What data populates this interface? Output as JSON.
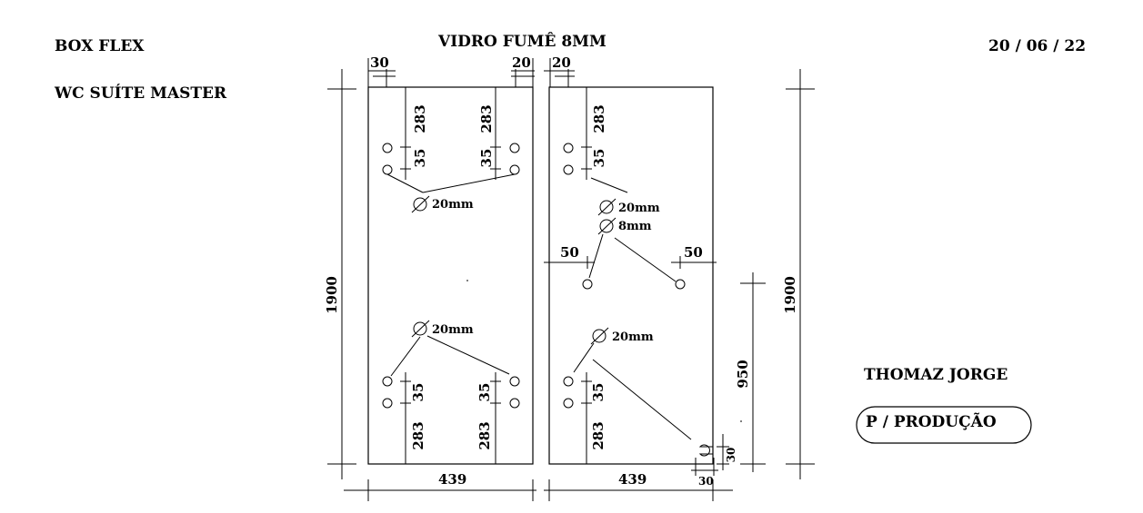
{
  "header": {
    "left_line1": "BOX FLEX",
    "left_line2": "WC SUÍTE MASTER",
    "center_title": "VIDRO FUMÊ 8MM",
    "date": "20 / 06 / 22"
  },
  "author": {
    "name": "THOMAZ JORGE",
    "stamp": "P / PRODUÇÃO"
  },
  "left_panel": {
    "height": "1900",
    "width": "439",
    "offset_left": "30",
    "offset_right": "20",
    "top_hole_distance": "283",
    "hole_spacing": "35",
    "bottom_hole_distance": "283",
    "hole_note_top": "20mm",
    "hole_note_bottom": "20mm"
  },
  "right_panel": {
    "height": "1900",
    "width": "439",
    "offset_left": "20",
    "top_hole_distance": "283",
    "hole_spacing": "35",
    "bottom_hole_distance": "283",
    "hole_note_top": "20mm",
    "hole_note_small": "8mm",
    "hole_note_bottom": "20mm",
    "mid_left": "50",
    "mid_right": "50",
    "mid_height": "950",
    "notch_height": "30",
    "notch_width": "30"
  }
}
